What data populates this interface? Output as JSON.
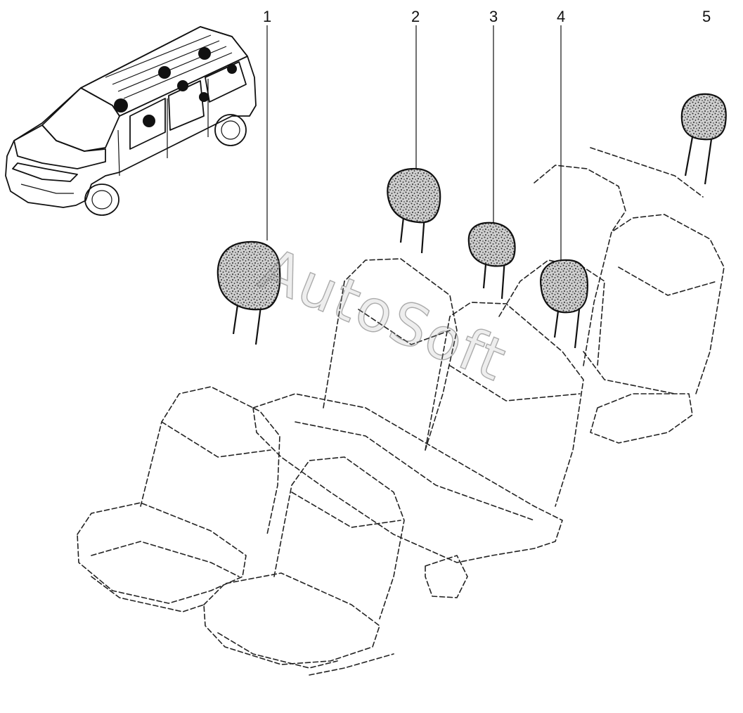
{
  "callouts": [
    {
      "label": "1",
      "part": "headrest-front-left"
    },
    {
      "label": "2",
      "part": "headrest-rear-left"
    },
    {
      "label": "3",
      "part": "headrest-rear-center"
    },
    {
      "label": "4",
      "part": "headrest-rear-right"
    },
    {
      "label": "5",
      "part": "headrest-third-row"
    }
  ],
  "watermark": "AutoSoft",
  "colors": {
    "line": "#111111",
    "background": "#ffffff",
    "watermark": "#a0a0a0"
  }
}
